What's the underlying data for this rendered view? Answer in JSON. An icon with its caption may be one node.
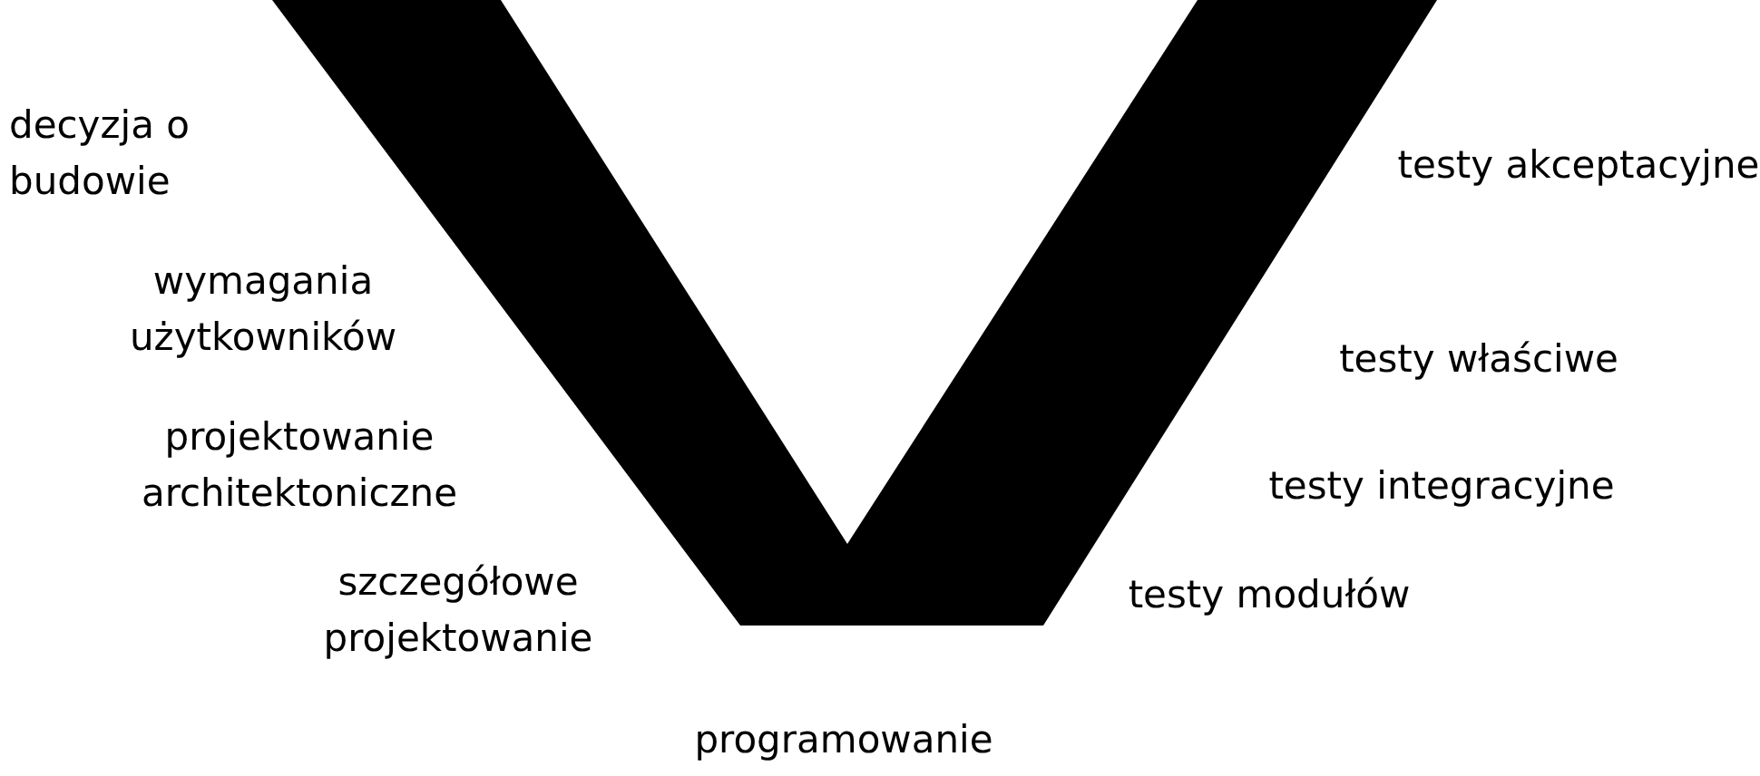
{
  "diagram": {
    "labels": [
      "decyzja o budowie",
      "wymagania użytkowników",
      "projektowanie architektoniczne",
      "szczegółowe projektowanie",
      "programowanie",
      "testy akceptacyjne",
      "testy właściwe",
      "testy integracyjne",
      "testy modułów"
    ]
  }
}
